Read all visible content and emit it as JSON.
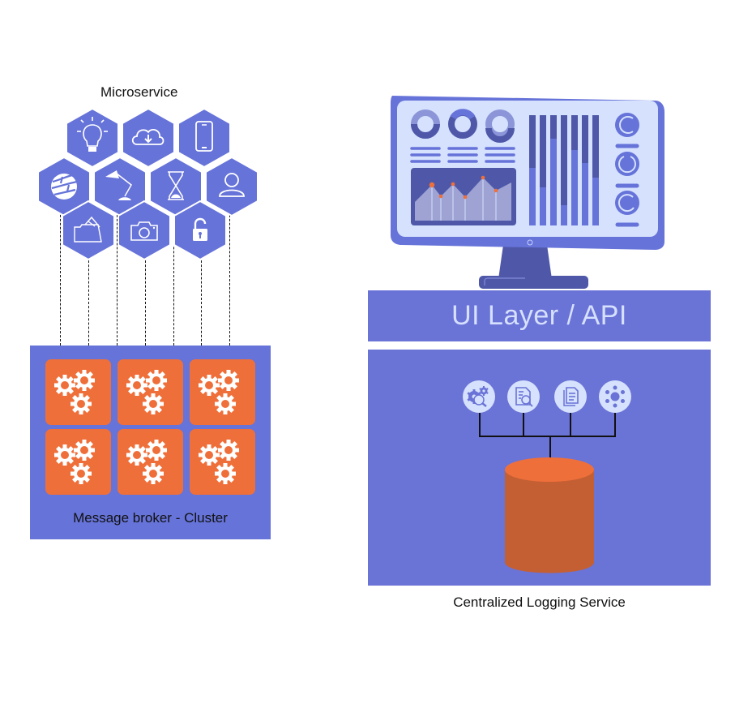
{
  "microservice": {
    "title": "Microservice",
    "hexagons": [
      {
        "icon": "lightbulb-icon"
      },
      {
        "icon": "cloud-download-icon"
      },
      {
        "icon": "smartphone-icon"
      },
      {
        "icon": "globe-icon"
      },
      {
        "icon": "desk-lamp-icon"
      },
      {
        "icon": "hourglass-icon"
      },
      {
        "icon": "user-icon"
      },
      {
        "icon": "folder-icon"
      },
      {
        "icon": "camera-icon"
      },
      {
        "icon": "padlock-icon"
      }
    ]
  },
  "broker": {
    "label": "Message broker - Cluster",
    "nodes": [
      {
        "icon": "gears-icon"
      },
      {
        "icon": "gears-icon"
      },
      {
        "icon": "gears-icon"
      },
      {
        "icon": "gears-icon"
      },
      {
        "icon": "gears-icon"
      },
      {
        "icon": "gears-icon"
      }
    ]
  },
  "ui_layer": {
    "title": "UI Layer / API"
  },
  "logging": {
    "label": "Centralized Logging Service",
    "tools": [
      {
        "icon": "gear-search-icon"
      },
      {
        "icon": "document-search-icon"
      },
      {
        "icon": "documents-icon"
      },
      {
        "icon": "network-hub-icon"
      }
    ],
    "storage_icon": "database-cylinder-icon"
  },
  "colors": {
    "primary_blue": "#6673d9",
    "dark_blue": "#4f58a8",
    "light_blue": "#d5e1fd",
    "orange": "#ef6f3a",
    "orange_dark": "#c45f34"
  }
}
